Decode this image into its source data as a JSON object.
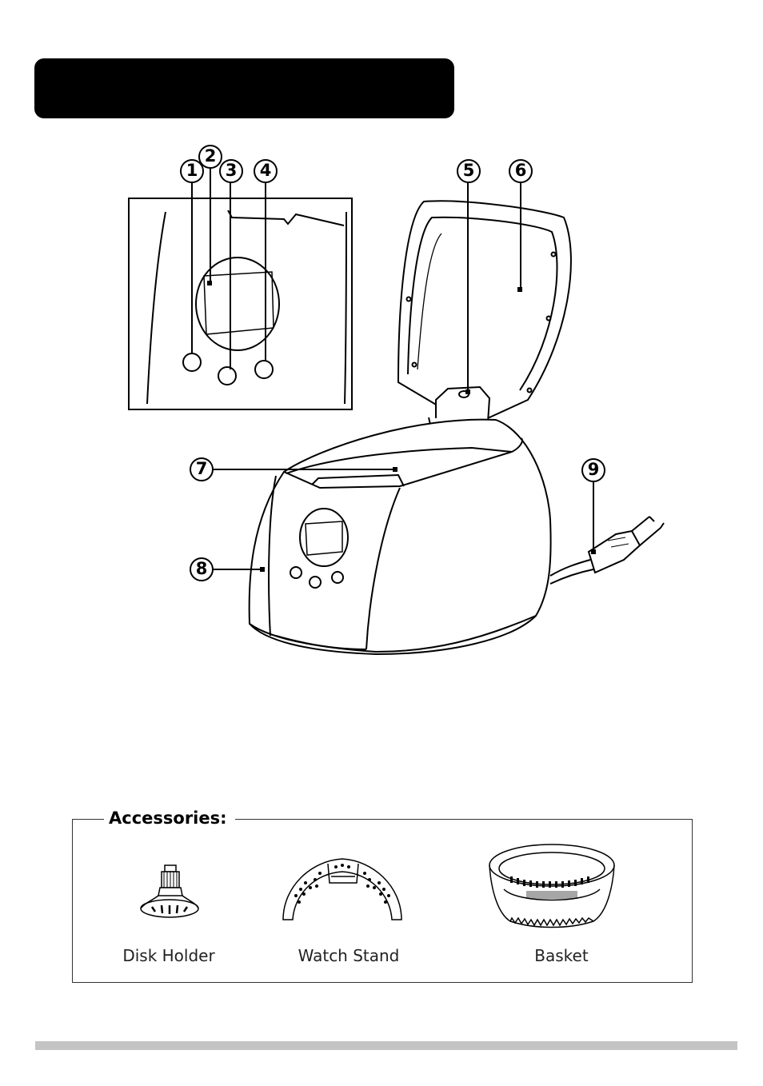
{
  "title": "",
  "callouts": [
    "1",
    "2",
    "3",
    "4",
    "5",
    "6",
    "7",
    "8",
    "9"
  ],
  "accessories": {
    "heading": "Accessories:",
    "items": [
      {
        "label": "Disk Holder",
        "icon": "disk-holder-icon"
      },
      {
        "label": "Watch Stand",
        "icon": "watch-stand-icon"
      },
      {
        "label": "Basket",
        "icon": "basket-icon"
      }
    ]
  }
}
